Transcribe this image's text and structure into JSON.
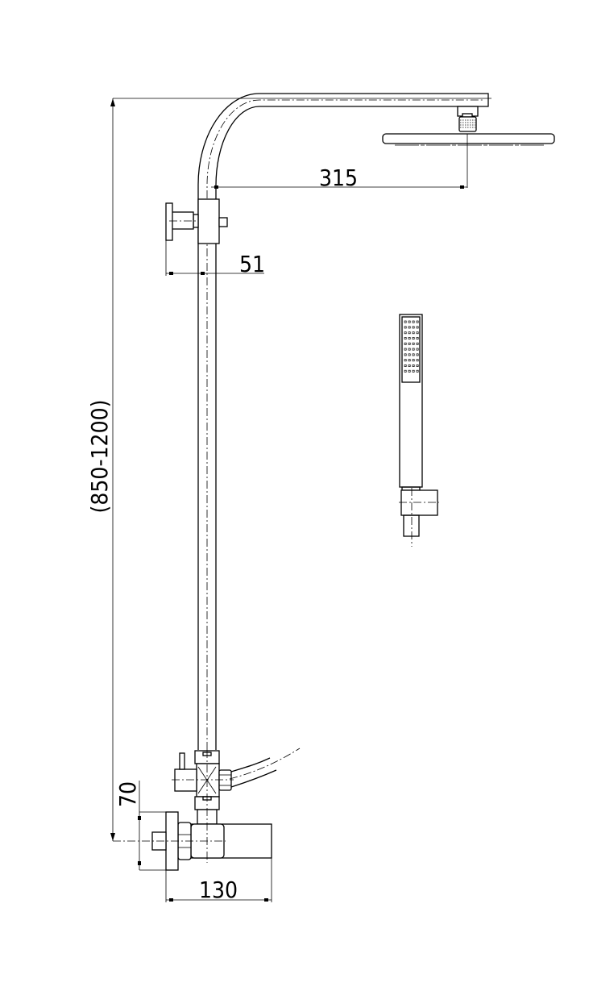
{
  "dimensions": {
    "height_range": "(850-1200)",
    "arm_reach": "315",
    "diverter_offset": "51",
    "inlet_height": "70",
    "valve_width": "130"
  },
  "colors": {
    "line": "#000000",
    "background": "#ffffff"
  }
}
